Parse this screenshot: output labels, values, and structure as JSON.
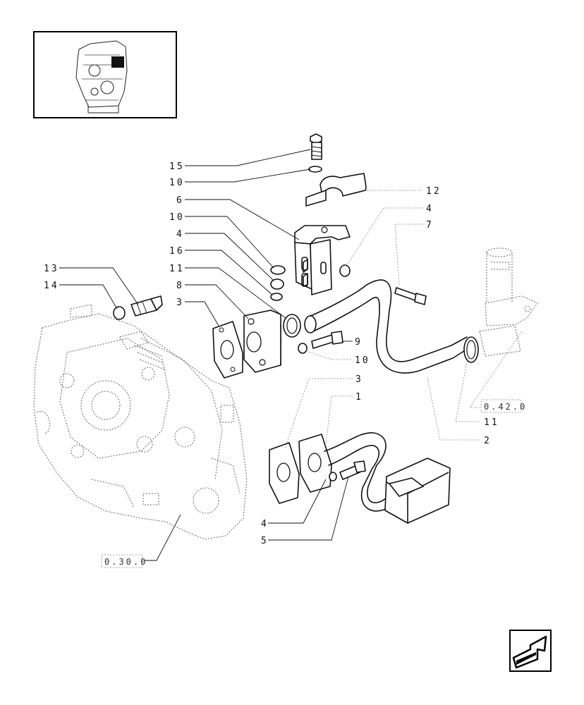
{
  "thumbnail": {
    "icon": "engine-location-thumbnail-icon"
  },
  "callouts": [
    {
      "id": "c15",
      "text": "15"
    },
    {
      "id": "c10a",
      "text": "10"
    },
    {
      "id": "c6",
      "text": "6"
    },
    {
      "id": "c10b",
      "text": "10"
    },
    {
      "id": "c4a",
      "text": "4"
    },
    {
      "id": "c16",
      "text": "16"
    },
    {
      "id": "c11a",
      "text": "11"
    },
    {
      "id": "c8",
      "text": "8"
    },
    {
      "id": "c3a",
      "text": "3"
    },
    {
      "id": "c13",
      "text": "13"
    },
    {
      "id": "c14",
      "text": "14"
    },
    {
      "id": "c12",
      "text": "12"
    },
    {
      "id": "c4b",
      "text": "4"
    },
    {
      "id": "c7",
      "text": "7"
    },
    {
      "id": "c9",
      "text": "9"
    },
    {
      "id": "c10c",
      "text": "10"
    },
    {
      "id": "c3b",
      "text": "3"
    },
    {
      "id": "c1",
      "text": "1"
    },
    {
      "id": "c11b",
      "text": "11"
    },
    {
      "id": "c2",
      "text": "2"
    },
    {
      "id": "c4c",
      "text": "4"
    },
    {
      "id": "c5",
      "text": "5"
    }
  ],
  "references": [
    {
      "id": "r1",
      "text": "0.42.0"
    },
    {
      "id": "r2",
      "text": "0.30.0"
    }
  ],
  "navigation": {
    "next_icon": "arrow-next-page-icon"
  }
}
